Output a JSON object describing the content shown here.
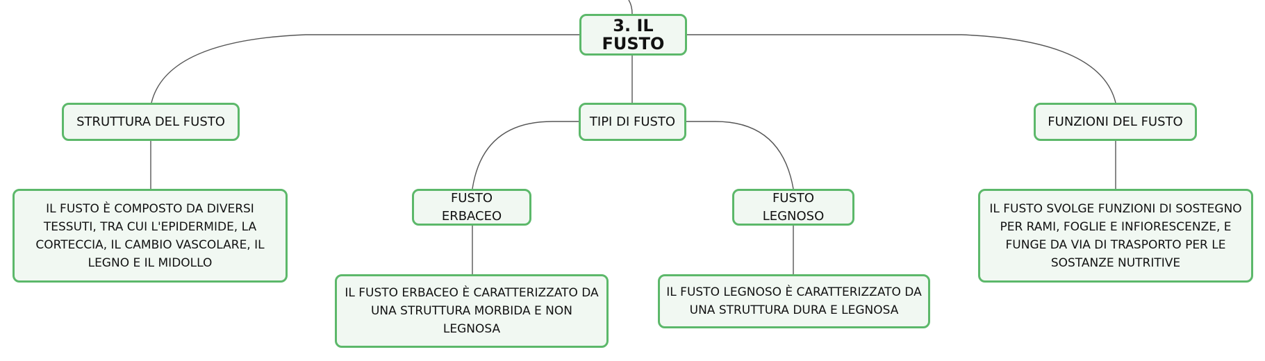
{
  "mindmap": {
    "root": {
      "label": "3. IL FUSTO"
    },
    "branches": [
      {
        "label": "STRUTTURA DEL FUSTO",
        "detail": "IL FUSTO È COMPOSTO DA DIVERSI TESSUTI, TRA CUI L'EPIDERMIDE, LA CORTECCIA, IL CAMBIO VASCOLARE, IL LEGNO E IL MIDOLLO"
      },
      {
        "label": "TIPI DI FUSTO",
        "children": [
          {
            "label": "FUSTO ERBACEO",
            "detail": "IL FUSTO ERBACEO È CARATTERIZZATO DA UNA STRUTTURA MORBIDA E NON LEGNOSA"
          },
          {
            "label": "FUSTO LEGNOSO",
            "detail": "IL FUSTO LEGNOSO È CARATTERIZZATO DA UNA STRUTTURA DURA E LEGNOSA"
          }
        ]
      },
      {
        "label": "FUNZIONI DEL FUSTO",
        "detail": "IL FUSTO SVOLGE FUNZIONI DI SOSTEGNO PER RAMI, FOGLIE E INFIORESCENZE, E FUNGE DA VIA DI TRASPORTO PER LE SOSTANZE NUTRITIVE"
      }
    ]
  },
  "colors": {
    "node_border": "#5cb86a",
    "node_fill": "#f1f8f2",
    "connector": "#555555"
  }
}
